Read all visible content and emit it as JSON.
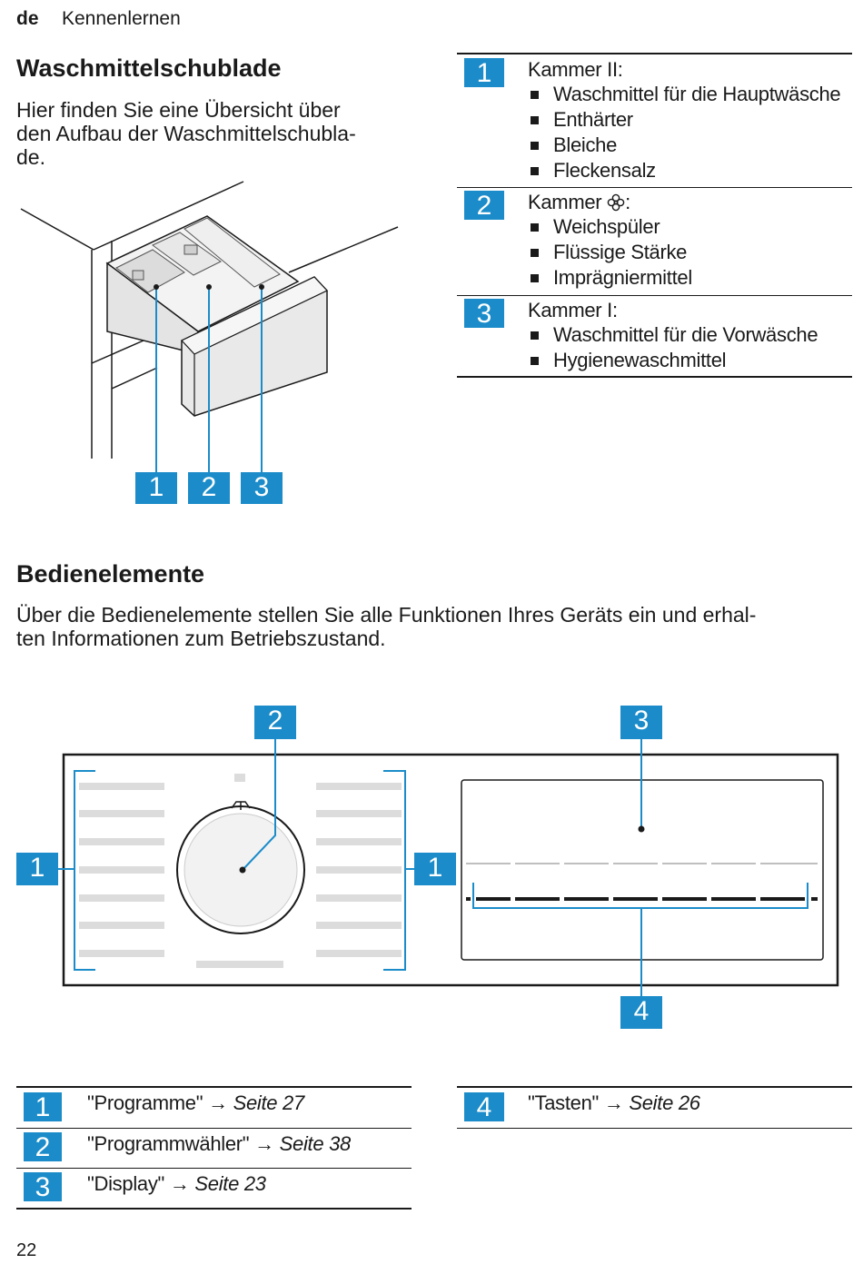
{
  "header": {
    "lang": "de",
    "chapter": "Kennenlernen"
  },
  "drawer_section": {
    "title": "Waschmittelschublade",
    "intro": "Hier finden Sie eine Übersicht über den Aufbau der Waschmittelschubla-de.",
    "intro_lines": [
      "Hier finden Sie eine Übersicht über",
      "den Aufbau der Waschmittelschubla-",
      "de."
    ],
    "figure_labels": [
      "1",
      "2",
      "3"
    ],
    "legend": [
      {
        "num": "1",
        "title": "Kammer II:",
        "items": [
          "Waschmittel für die Hauptwäsche",
          "Enthärter",
          "Bleiche",
          "Fleckensalz"
        ]
      },
      {
        "num": "2",
        "title": "Kammer",
        "title_suffix": ":",
        "icon": "flower-icon",
        "items": [
          "Weichspüler",
          "Flüssige Stärke",
          "Imprägniermittel"
        ]
      },
      {
        "num": "3",
        "title": "Kammer I:",
        "items": [
          "Waschmittel für die Vorwäsche",
          "Hygienewaschmittel"
        ]
      }
    ]
  },
  "controls_section": {
    "title": "Bedienelemente",
    "intro_lines": [
      "Über die Bedienelemente stellen Sie alle Funktionen Ihres Geräts ein und erhal-",
      "ten Informationen zum Betriebszustand."
    ],
    "figure_labels": {
      "left": "1",
      "top_dial": "2",
      "top_display": "3",
      "mid": "1",
      "bottom": "4"
    },
    "legend_left": [
      {
        "num": "1",
        "label": "\"Programme\"",
        "arrow": "→",
        "ref": "Seite 27"
      },
      {
        "num": "2",
        "label": "\"Programmwähler\"",
        "arrow": "→",
        "ref": "Seite 38"
      },
      {
        "num": "3",
        "label": "\"Display\"",
        "arrow": "→",
        "ref": "Seite 23"
      }
    ],
    "legend_right": [
      {
        "num": "4",
        "label": "\"Tasten\"",
        "arrow": "→",
        "ref": "Seite 26"
      }
    ]
  },
  "footer": {
    "page_number": "22"
  },
  "colors": {
    "accent": "#1b8cc9",
    "text": "#1a1a1a",
    "placeholder_bar": "#dcdcdc"
  }
}
